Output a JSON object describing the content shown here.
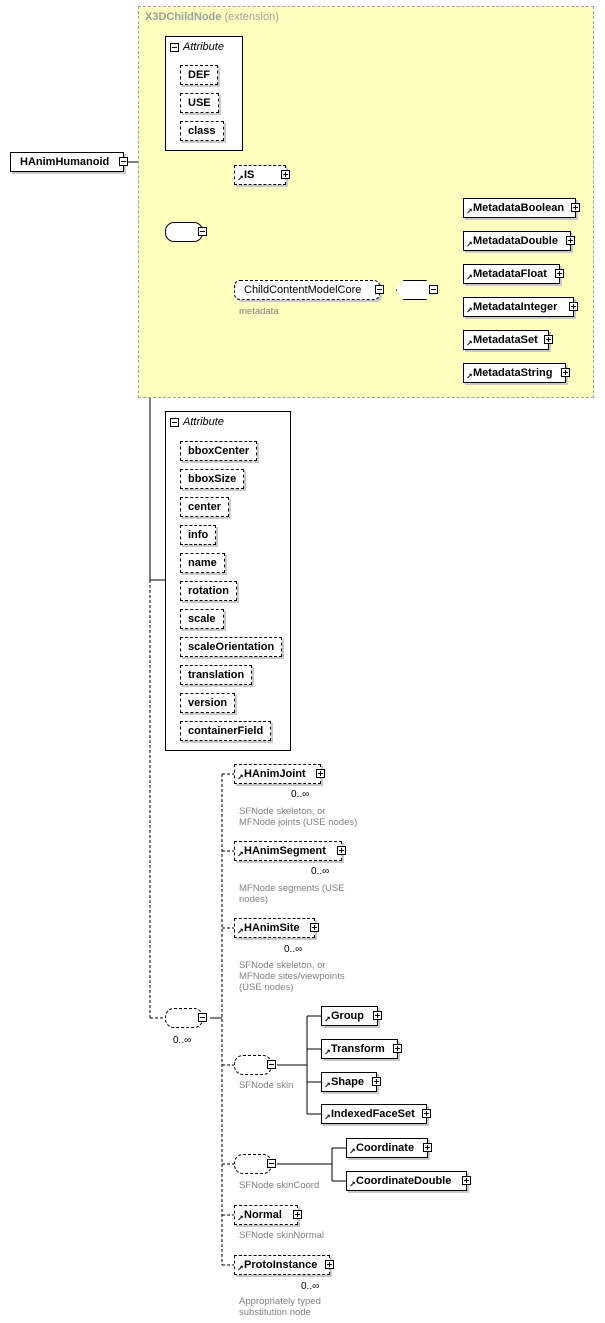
{
  "root": {
    "label": "HAnimHumanoid"
  },
  "extension": {
    "name": "X3DChildNode",
    "kind": "(extension)"
  },
  "attribute_header": "Attribute",
  "inherited_attributes": [
    "DEF",
    "USE",
    "class"
  ],
  "own_attributes": [
    "bboxCenter",
    "bboxSize",
    "center",
    "info",
    "name",
    "rotation",
    "scale",
    "scaleOrientation",
    "translation",
    "version",
    "containerField"
  ],
  "is_element": "IS",
  "child_content": {
    "label": "ChildContentModelCore",
    "note": "metadata"
  },
  "metadata_choices": [
    "MetadataBoolean",
    "MetadataDouble",
    "MetadataFloat",
    "MetadataInteger",
    "MetadataSet",
    "MetadataString"
  ],
  "sequence_occurrence": "0..∞",
  "joint": {
    "label": "HAnimJoint",
    "occ": "0..∞",
    "note": [
      "SFNode skeleton, or",
      "MFNode joints (USE nodes)"
    ]
  },
  "segment": {
    "label": "HAnimSegment",
    "occ": "0..∞",
    "note": [
      "MFNode segments (USE",
      "nodes)"
    ]
  },
  "site": {
    "label": "HAnimSite",
    "occ": "0..∞",
    "note": [
      "SFNode skeleton, or",
      "MFNode sites/viewpoints",
      "(USE nodes)"
    ]
  },
  "skin": {
    "note": "SFNode skin",
    "choices": [
      "Group",
      "Transform",
      "Shape",
      "IndexedFaceSet"
    ]
  },
  "skin_coord": {
    "note": "SFNode skinCoord",
    "choices": [
      "Coordinate",
      "CoordinateDouble"
    ]
  },
  "normal": {
    "label": "Normal",
    "note": "SFNode skinNormal"
  },
  "proto": {
    "label": "ProtoInstance",
    "occ": "0..∞",
    "note": [
      "Appropriately typed",
      "substitution node"
    ]
  }
}
